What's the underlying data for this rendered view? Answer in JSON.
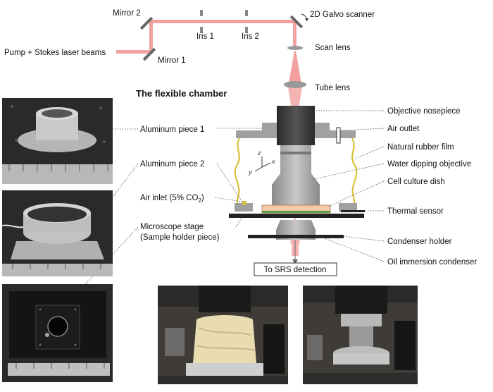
{
  "optics": {
    "mirror2": "Mirror 2",
    "mirror1": "Mirror 1",
    "iris1": "Iris 1",
    "iris2": "Iris 2",
    "galvo": "2D Galvo scanner",
    "pump": "Pump + Stokes laser beams",
    "scan_lens": "Scan lens",
    "tube_lens": "Tube lens"
  },
  "chamber": {
    "title": "The flexible chamber",
    "left_labels": {
      "al1": "Aluminum piece 1",
      "al2": "Aluminum piece 2",
      "inlet": "Air inlet (5% CO",
      "inlet_sub": "2",
      "inlet_end": ")",
      "stage1": "Microscope stage",
      "stage2": "(Sample holder piece)"
    },
    "right_labels": {
      "nosepiece": "Objective nosepiece",
      "outlet": "Air outlet",
      "film": "Natural rubber film",
      "objective": "Water dipping objective",
      "dish": "Cell culture dish",
      "sensor": "Thermal sensor",
      "condenser_holder": "Condenser holder",
      "condenser": "Oil immersion condenser"
    },
    "axes": {
      "z": "z",
      "y": "y",
      "x": "x"
    },
    "detection": "To SRS detection"
  },
  "colors": {
    "laser": "#f2a0a0",
    "aluminum": "#a8a8a8",
    "dark": "#3a3a3a",
    "film": "#d8c23a",
    "dish": "#f4c9a8"
  }
}
